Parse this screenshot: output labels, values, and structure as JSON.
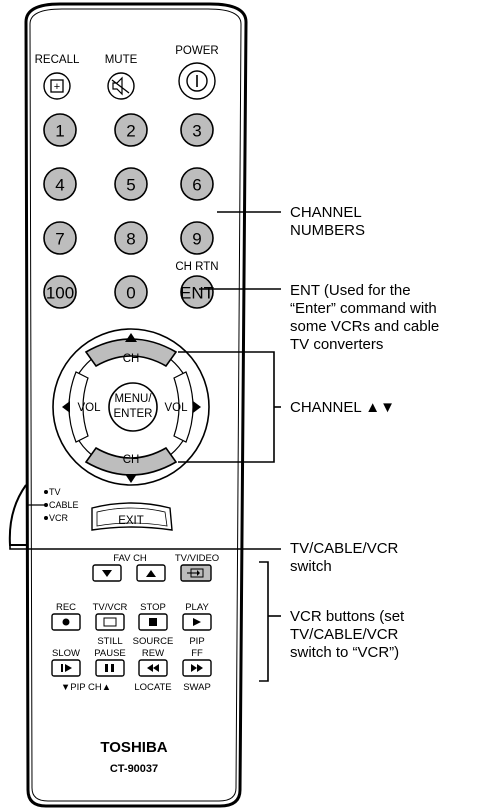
{
  "remote": {
    "top_buttons": {
      "recall": "RECALL",
      "mute": "MUTE",
      "power": "POWER"
    },
    "number_keys": [
      "1",
      "2",
      "3",
      "4",
      "5",
      "6",
      "7",
      "8",
      "9",
      "100",
      "0",
      "ENT"
    ],
    "ch_rtn": "CH RTN",
    "dpad": {
      "ch_up": "CH",
      "ch_down": "CH",
      "vol_left": "VOL",
      "vol_right": "VOL",
      "center_line1": "MENU/",
      "center_line2": "ENTER"
    },
    "switch": {
      "tv": "TV",
      "cable": "CABLE",
      "vcr": "VCR"
    },
    "exit": "EXIT",
    "fav_ch": "FAV CH",
    "tv_video": "TV/VIDEO",
    "vcr_row1": [
      "REC",
      "TV/VCR",
      "STOP",
      "PLAY"
    ],
    "vcr_row2_top": [
      "STILL",
      "SOURCE",
      "PIP"
    ],
    "vcr_row2": [
      "SLOW",
      "PAUSE",
      "REW",
      "FF"
    ],
    "vcr_bottom": [
      "▼PIP CH▲",
      "LOCATE",
      "SWAP"
    ],
    "brand": "TOSHIBA",
    "model": "CT-90037"
  },
  "callouts": {
    "channel_numbers": [
      "CHANNEL",
      "NUMBERS"
    ],
    "ent": [
      "ENT (Used for the",
      "“Enter” command with",
      "some VCRs and cable",
      "TV converters"
    ],
    "channel_arrows": "CHANNEL ▲▼",
    "tv_cable_vcr": [
      "TV/CABLE/VCR",
      "switch"
    ],
    "vcr_buttons": [
      "VCR buttons (set",
      "TV/CABLE/VCR",
      "switch to “VCR”)"
    ]
  }
}
